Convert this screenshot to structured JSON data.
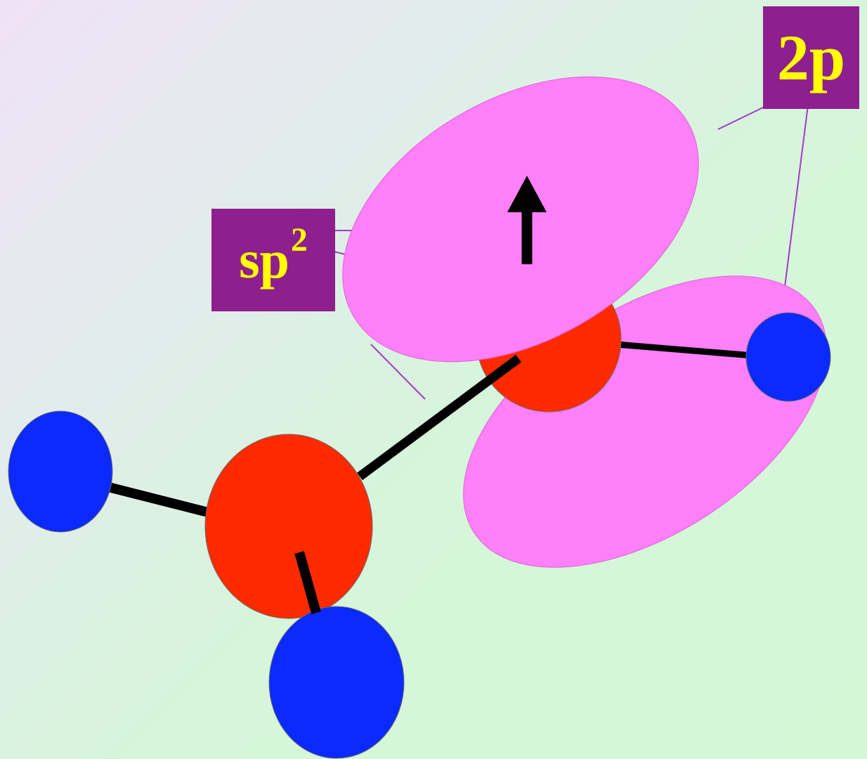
{
  "labels": {
    "p_orbital": "2p",
    "hybrid_base": "sp",
    "hybrid_superscript": "2"
  },
  "colors": {
    "background_start": "#f0e2f6",
    "background_end": "#d4f8d6",
    "label_box": "#8e1f8e",
    "label_text": "#ffff00",
    "orbital_lobe": "#ff80f8",
    "central_atom": "#ff2a00",
    "peripheral_atom": "#0a2aff",
    "bond": "#000000",
    "pointer_line": "#a23ac8",
    "spin_arrow": "#000000"
  },
  "atoms": {
    "central_count": 2,
    "peripheral_count": 3
  },
  "spin_arrow": {
    "direction": "up"
  }
}
